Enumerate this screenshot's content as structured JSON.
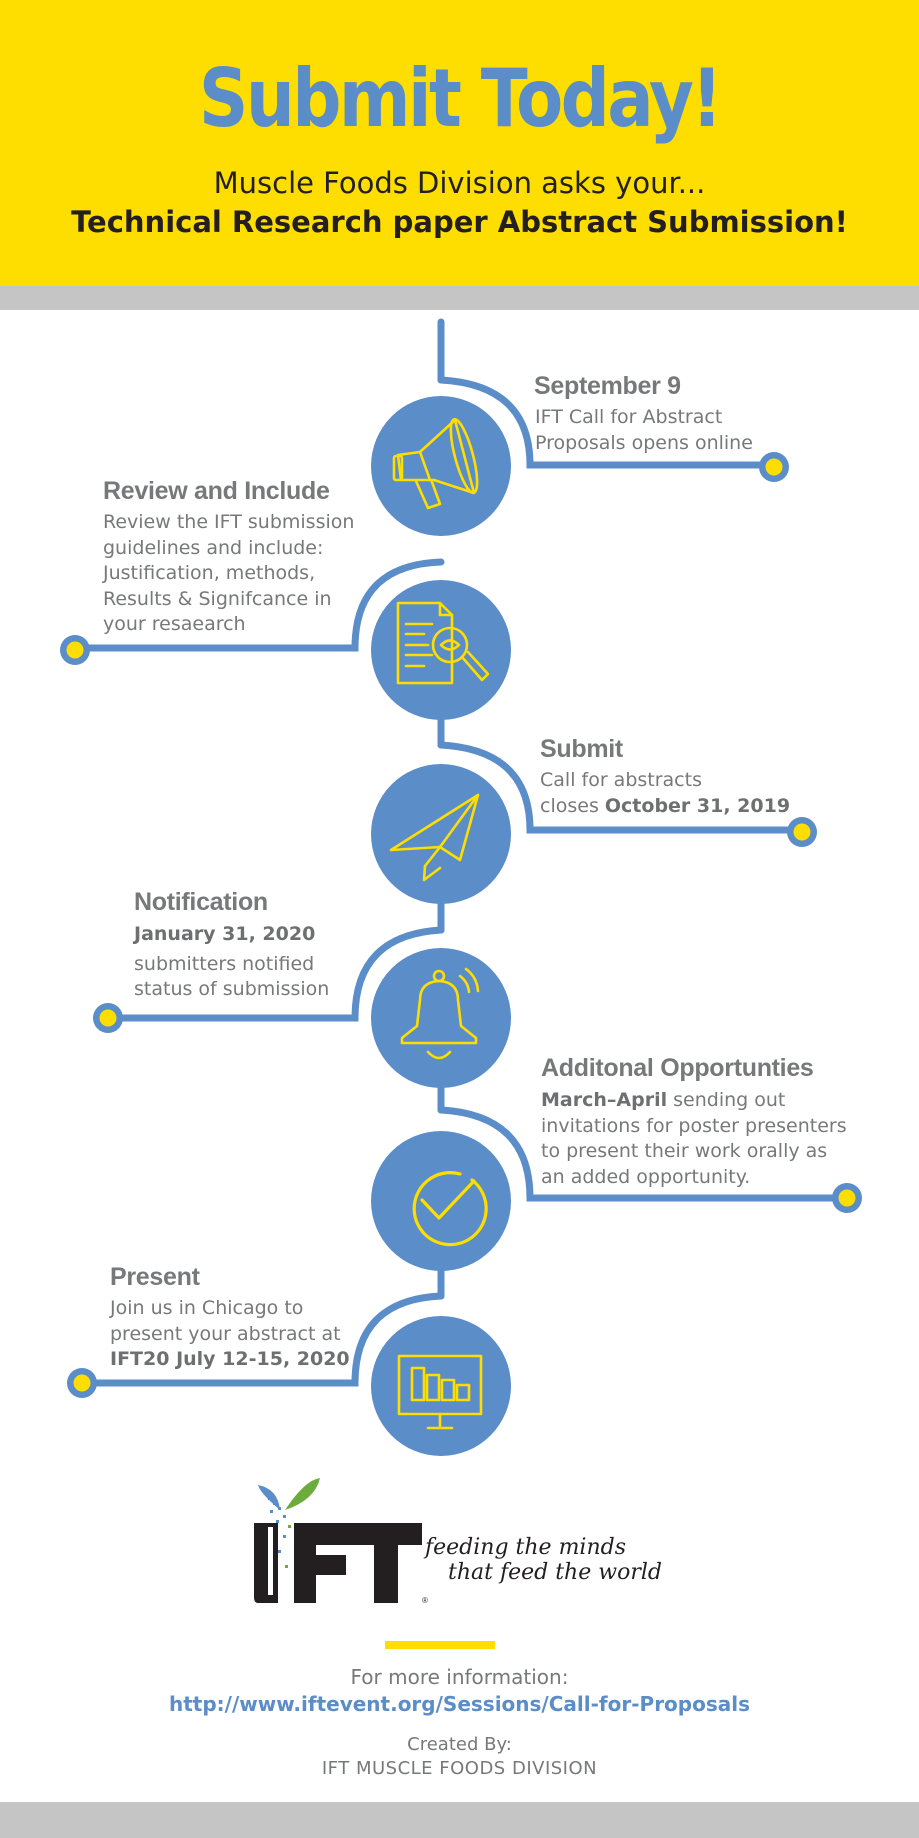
{
  "header": {
    "title": "Submit Today!",
    "subtitle_line1": "Muscle Foods Division asks your...",
    "subtitle_line2": "Technical Research paper Abstract Submission!"
  },
  "steps": [
    {
      "title": "September 9",
      "lines": [
        "IFT Call for Abstract",
        "Proposals opens online"
      ],
      "icon": "megaphone-icon"
    },
    {
      "title": "Review and Include",
      "lines": [
        "Review the IFT submission",
        "guidelines and include:",
        "Justification, methods,",
        "Results & Signifcance in",
        "your resaearch"
      ],
      "icon": "document-search-icon"
    },
    {
      "title": "Submit",
      "line1": "Call for abstracts",
      "line2_prefix": "closes ",
      "line2_bold": "October 31, 2019",
      "icon": "paper-plane-icon"
    },
    {
      "title": "Notification",
      "bold_line": "January 31, 2020",
      "lines": [
        "submitters notified",
        "status of submission"
      ],
      "icon": "bell-icon"
    },
    {
      "title": "Additonal Opportunties",
      "line1_bold": "March–April",
      "line1_rest": " sending out",
      "lines": [
        "invitations for poster presenters",
        "to present their work orally as",
        "an added opportunity."
      ],
      "icon": "checkmark-circle-icon"
    },
    {
      "title": "Present",
      "lines": [
        "Join us in Chicago to",
        "present your abstract at"
      ],
      "bold_line": "IFT20 July 12-15, 2020",
      "icon": "presentation-chart-icon"
    }
  ],
  "logo": {
    "wordmark": "IFT",
    "tagline_line1": "feeding the minds",
    "tagline_line2": "that feed the world"
  },
  "footer": {
    "info_label": "For more information:",
    "url": "http://www.iftevent.org/Sessions/Call-for-Proposals",
    "created_label": "Created By:",
    "creator": "IFT MUSCLE FOODS DIVISION"
  },
  "colors": {
    "yellow": "#fedd00",
    "blue": "#5b8dc9",
    "gray_text": "#777879",
    "band_gray": "#c5c5c5",
    "link_blue": "#5b8dc9"
  }
}
